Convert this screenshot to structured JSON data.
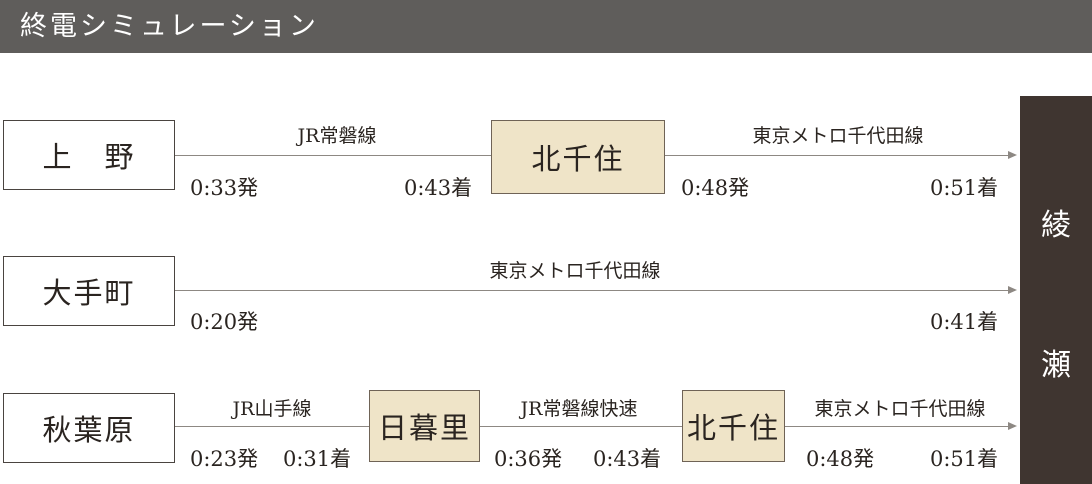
{
  "title": "終電シミュレーション",
  "destination": [
    "綾",
    "瀬"
  ],
  "routes": [
    {
      "origin": "上　野",
      "segments": [
        {
          "line": "JR常磐線",
          "depart": "0:33発",
          "arrive": "0:43着"
        },
        {
          "line": "東京メトロ千代田線",
          "depart": "0:48発",
          "arrive": "0:51着"
        }
      ],
      "transfers": [
        "北千住"
      ]
    },
    {
      "origin": "大手町",
      "segments": [
        {
          "line": "東京メトロ千代田線",
          "depart": "0:20発",
          "arrive": "0:41着"
        }
      ],
      "transfers": []
    },
    {
      "origin": "秋葉原",
      "segments": [
        {
          "line": "JR山手線",
          "depart": "0:23発",
          "arrive": "0:31着"
        },
        {
          "line": "JR常磐線快速",
          "depart": "0:36発",
          "arrive": "0:43着"
        },
        {
          "line": "東京メトロ千代田線",
          "depart": "0:48発",
          "arrive": "0:51着"
        }
      ],
      "transfers": [
        "日暮里",
        "北千住"
      ]
    }
  ],
  "colors": {
    "header_bg": "#5f5d5b",
    "transfer_bg": "#efe4c8",
    "destination_bg": "#3f3530",
    "line": "#8d8883"
  }
}
